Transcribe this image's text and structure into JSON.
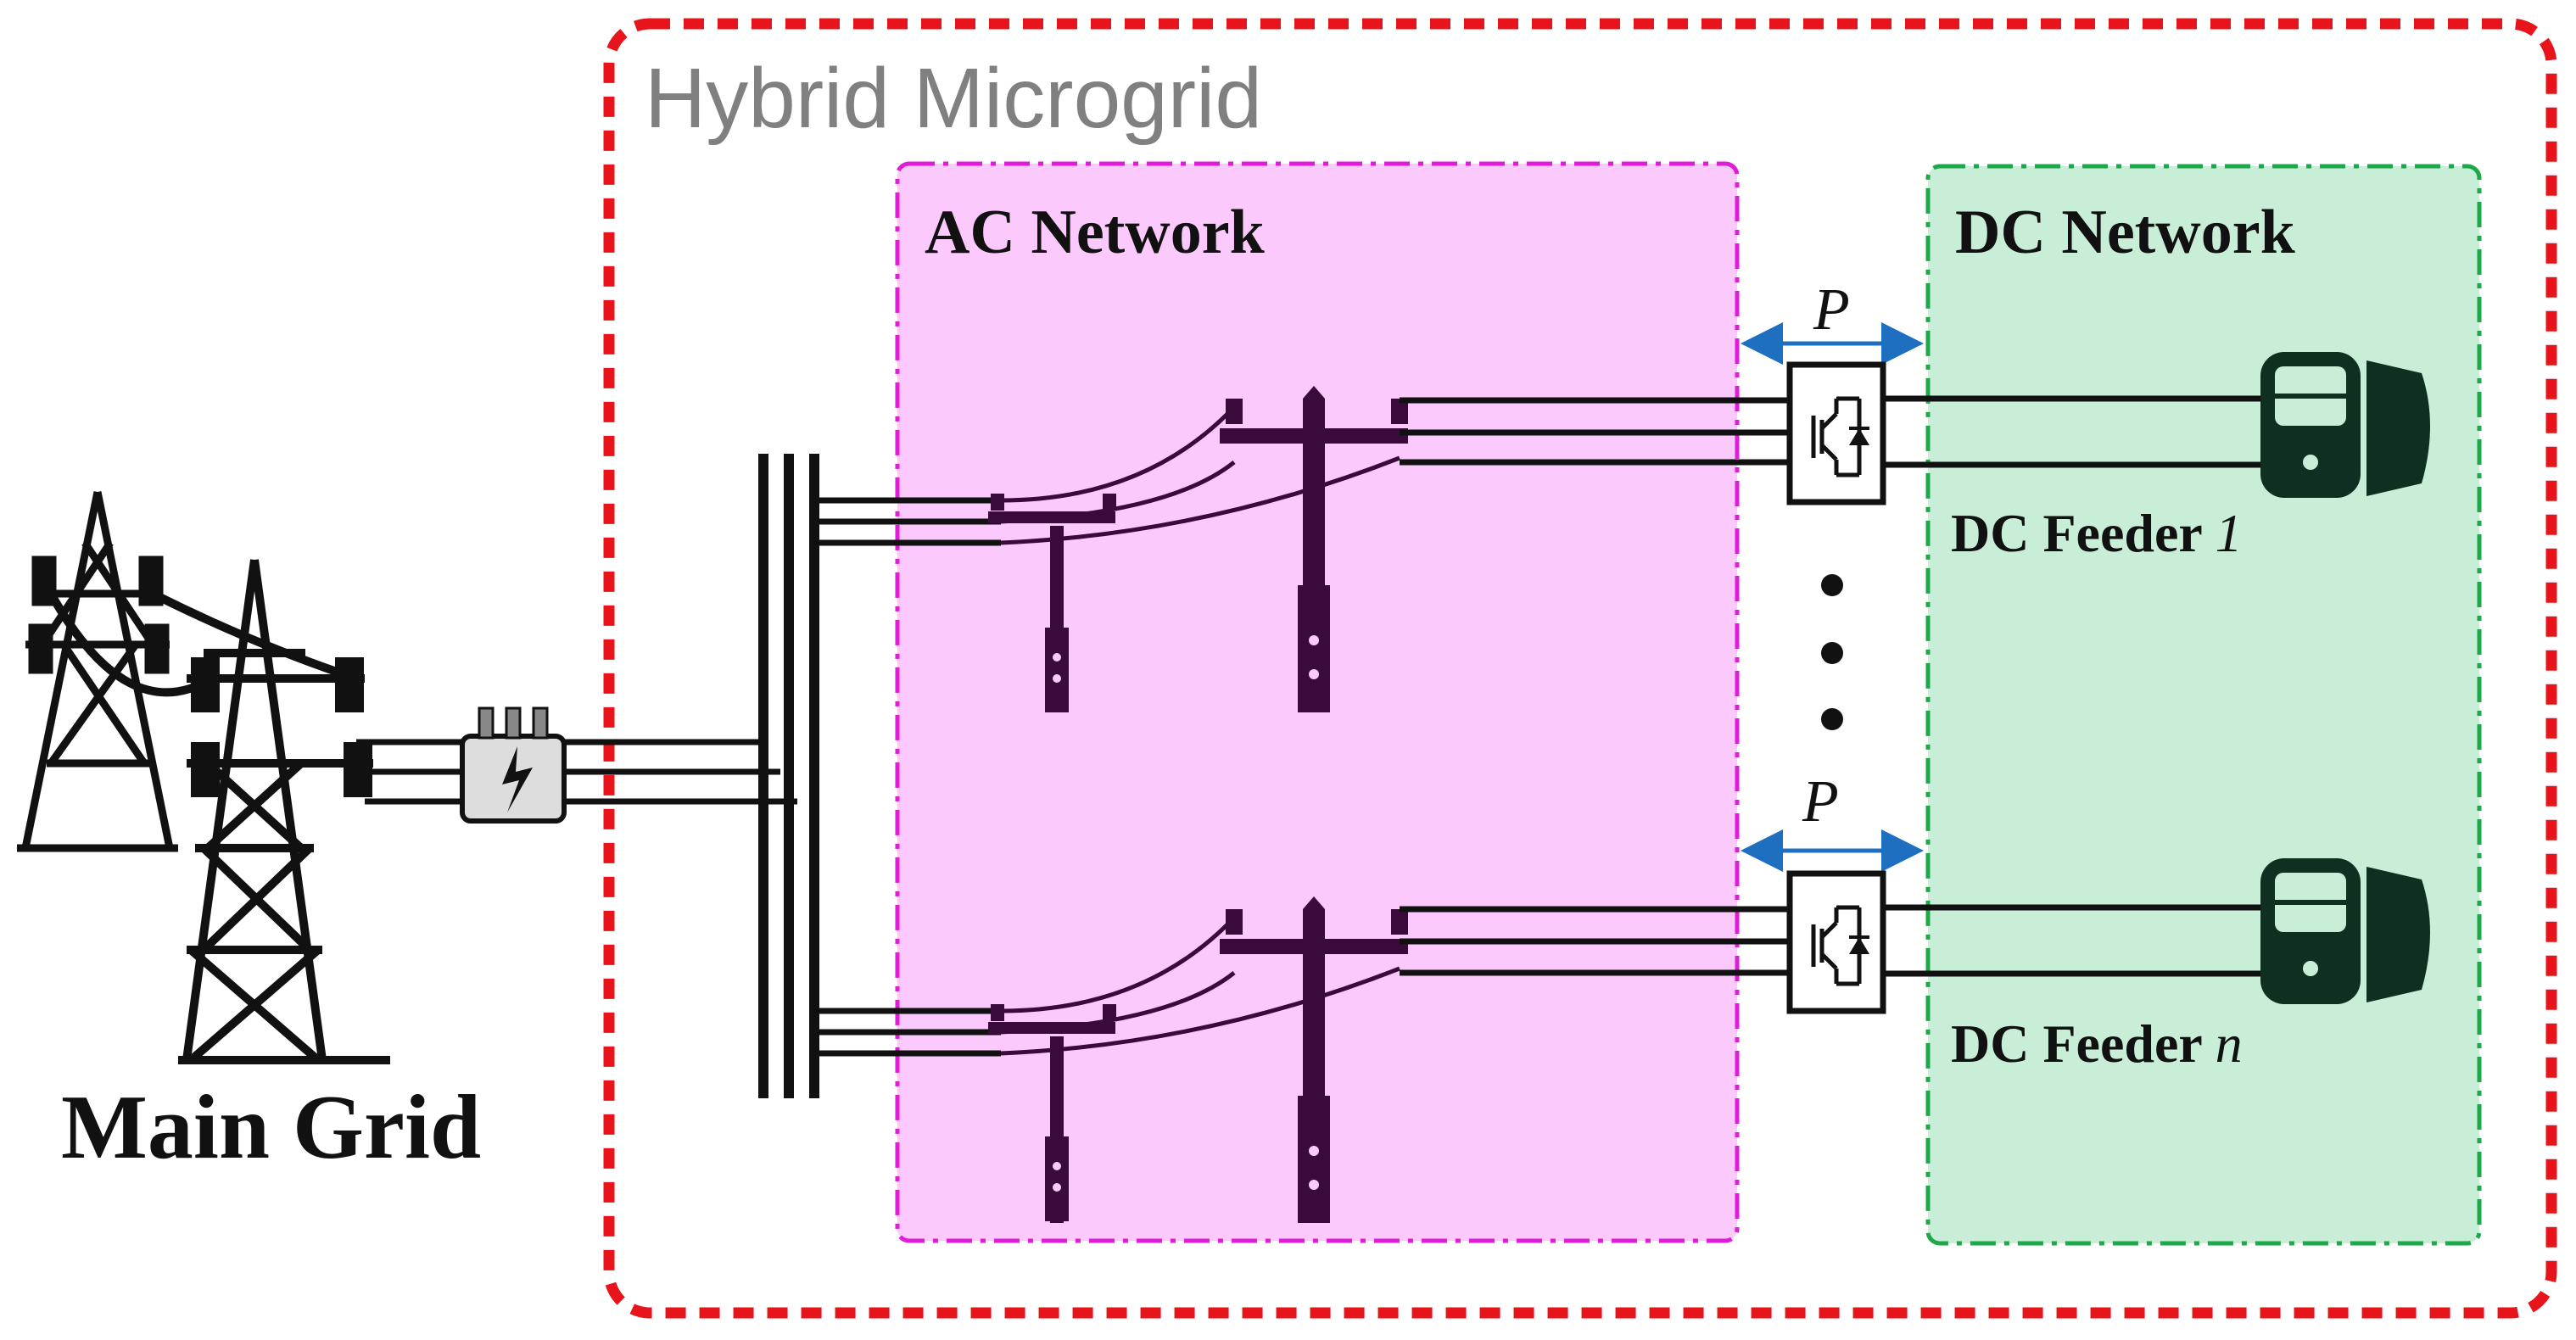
{
  "labels": {
    "hybrid_microgrid": "Hybrid Microgrid",
    "ac_network": "AC Network",
    "dc_network": "DC Network",
    "main_grid": "Main Grid",
    "power_symbol": "P",
    "dc_feeder_prefix": "DC Feeder ",
    "dc_feeder_1_index": "1",
    "dc_feeder_n_index": "n"
  },
  "colors": {
    "microgrid_border": "#e8141c",
    "ac_fill": "#fcc9fc",
    "ac_border": "#e01cd8",
    "dc_fill": "#c9eed8",
    "dc_border": "#1ea84a",
    "arrow": "#1f6fc0",
    "pole": "#3a0a3a",
    "line": "#111111",
    "battery": "#0f3020"
  }
}
